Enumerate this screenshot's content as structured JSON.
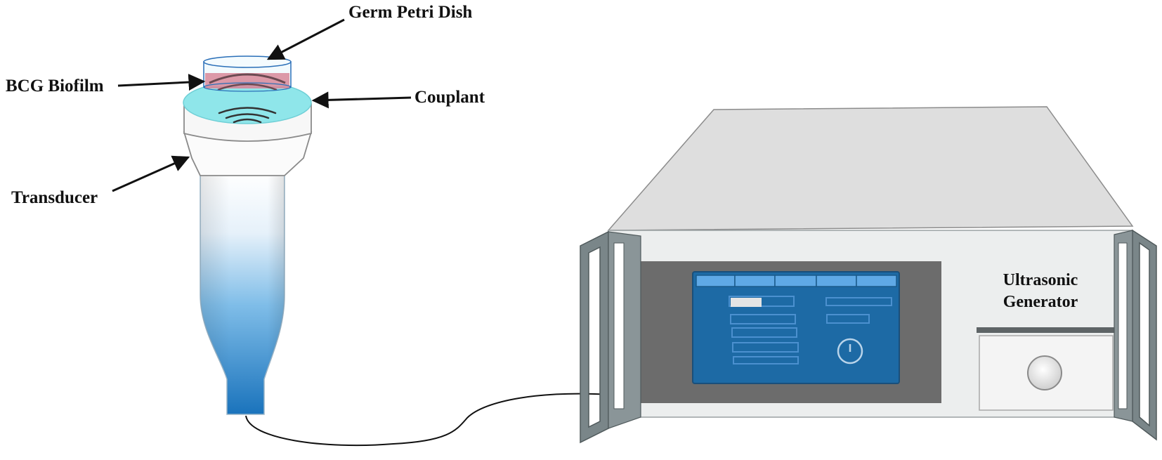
{
  "labels": {
    "petri_dish": "Germ Petri Dish",
    "biofilm": "BCG Biofilm",
    "couplant": "Couplant",
    "transducer": "Transducer",
    "generator_line1": "Ultrasonic",
    "generator_line2": "Generator"
  },
  "colors": {
    "transducer_top": "#ffffff",
    "transducer_bottom": "#1f77bf",
    "couplant": "#8fe6ea",
    "biofilm": "#d98e9e",
    "screen": "#1d6aa5",
    "screen_tab": "#5fa9e6",
    "frame": "#6f7b7e",
    "panel": "#e9ecec",
    "top_cover": "#dcdcdc"
  }
}
